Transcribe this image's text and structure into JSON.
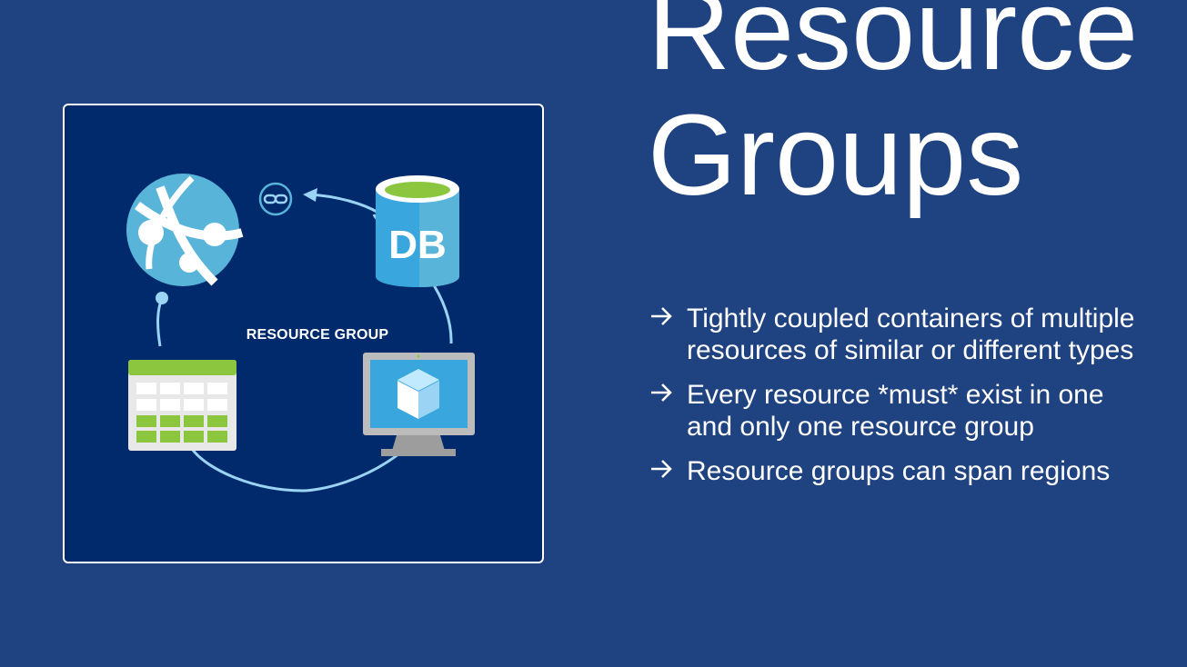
{
  "slide": {
    "title": "Resource Groups",
    "bullets": [
      "Tightly coupled containers of multiple resources of similar or different types",
      "Every resource *must* exist in one and only one resource group",
      "Resource groups can span regions"
    ]
  },
  "diagram": {
    "label": "RESOURCE GROUP",
    "db_label": "DB",
    "icons": [
      "web-app-icon",
      "link-icon",
      "database-icon",
      "table-storage-icon",
      "virtual-machine-icon"
    ]
  },
  "colors": {
    "background": "#1f4280",
    "frame": "#002a6b",
    "accent": "#59b4d9",
    "green": "#8cc63f"
  }
}
